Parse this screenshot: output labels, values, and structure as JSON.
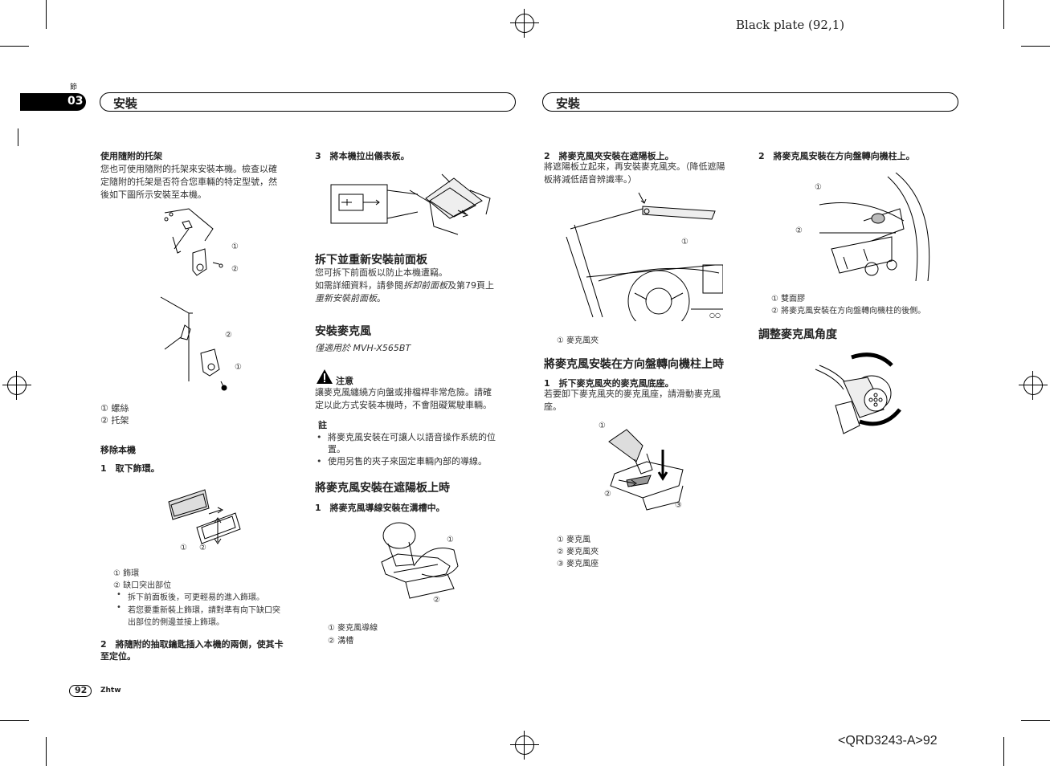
{
  "header": {
    "plate": "Black plate (92,1)"
  },
  "chapter": {
    "label": "節",
    "number": "03"
  },
  "left_title": "安裝",
  "right_title": "安裝",
  "col1": {
    "h_bracket": "使用隨附的托架",
    "p_bracket_1": "您也可使用隨附的托架來安裝本機。檢查以確",
    "p_bracket_2": "定隨附的托架是否符合您車輛的特定型號，然",
    "p_bracket_3": "後如下圖所示安裝至本機。",
    "cap1": "① 螺絲",
    "cap2": "② 托架",
    "h_remove": "移除本機",
    "step1": "1　取下飾環。",
    "ring_cap1": "① 飾環",
    "ring_cap2": "② 缺口突出部位",
    "bullet1": "拆下前面板後，可更輕易的進入飾環。",
    "bullet2a": "若您要重新裝上飾環，請對準有向下缺口突",
    "bullet2b": "出部位的側邊並接上飾環。",
    "step2a": "2　將隨附的抽取鑰匙插入本機的兩側，使其卡",
    "step2b": "至定位。"
  },
  "col2": {
    "step3": "3　將本機拉出儀表板。",
    "h_front": "拆下並重新安裝前面板",
    "p_front_1": "您可拆下前面板以防止本機遭竊。",
    "p_front_2a": "如需詳細資料，請參閱",
    "p_front_2b": "拆卸前面板",
    "p_front_2c": "及第79頁上",
    "p_front_3": "重新安裝前面板",
    "p_front_3b": "。",
    "h_mic": "安裝麥克風",
    "mic_only": "僅適用於 MVH-X565BT",
    "caution_title": "注意",
    "caution_1": "讓麥克風纏繞方向盤或排檔桿非常危險。請確",
    "caution_2": "定以此方式安裝本機時，不會阻礙駕駛車輛。",
    "note_title": "註",
    "note1a": "將麥克風安裝在可讓人以語音操作系統的位",
    "note1b": "置。",
    "note2": "使用另售的夾子來固定車輛內部的導線。",
    "h_visor": "將麥克風安裝在遮陽板上時",
    "visor_step1": "1　將麥克風導線安裝在溝槽中。",
    "cap1": "① 麥克風導線",
    "cap2": "② 溝槽"
  },
  "col3": {
    "step2": "2　將麥克風夾安裝在遮陽板上。",
    "p1": "將遮陽板立起來，再安裝麥克風夾。（降低遮陽",
    "p2": "板將減低語音辨識率。）",
    "cap_clip": "① 麥克風夾",
    "h_column": "將麥克風安裝在方向盤轉向機柱上時",
    "step1": "1　拆下麥克風夾的麥克風底座。",
    "p3": "若要卸下麥克風夾的麥克風座，請滑動麥克風",
    "p4": "座。",
    "cap1": "① 麥克風",
    "cap2": "② 麥克風夾",
    "cap3": "③ 麥克風座"
  },
  "col4": {
    "step2": "2　將麥克風安裝在方向盤轉向機柱上。",
    "cap1": "① 雙面膠",
    "cap2": "② 將麥克風安裝在方向盤轉向機柱的後側。",
    "h_angle": "調整麥克風角度"
  },
  "footer": {
    "page": "92",
    "lang": "Zhtw",
    "code": "<QRD3243-A>92"
  },
  "callouts": {
    "n1": "①",
    "n2": "②",
    "n3": "③"
  }
}
